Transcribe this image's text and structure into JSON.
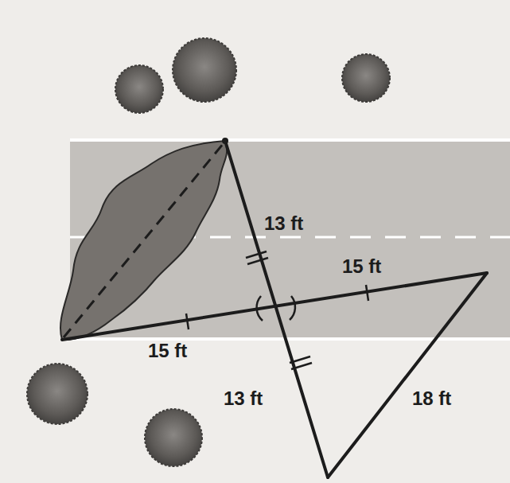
{
  "diagram": {
    "labels": [
      "13 ft",
      "15 ft",
      "15 ft",
      "13 ft",
      "18 ft"
    ]
  }
}
